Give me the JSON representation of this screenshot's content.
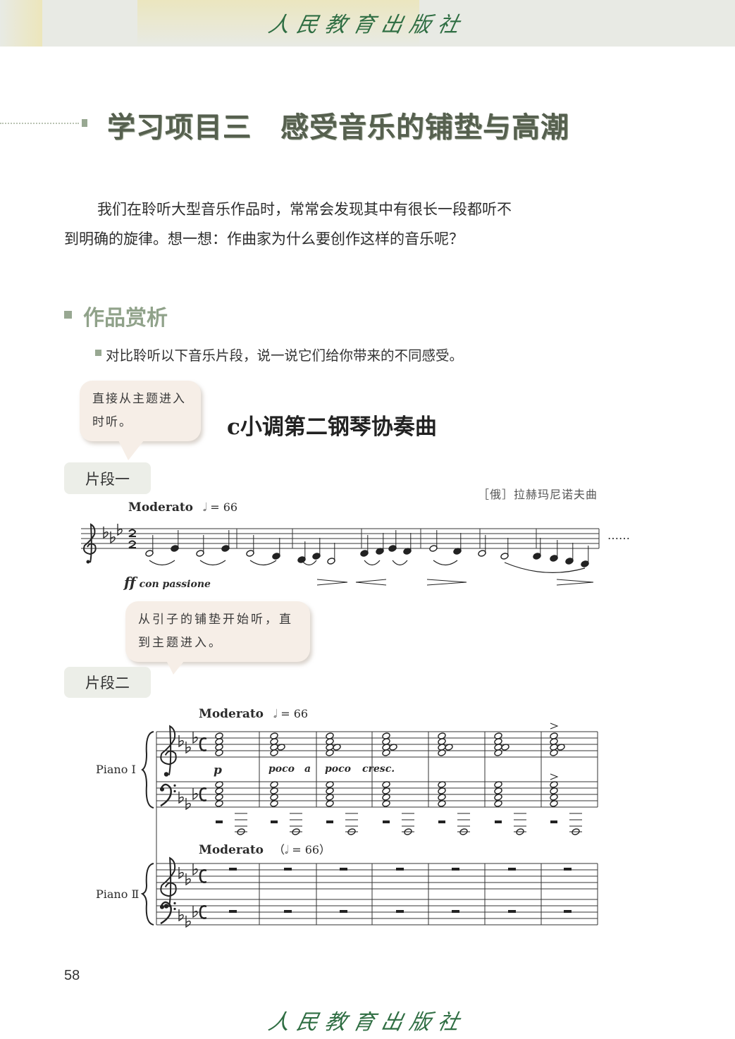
{
  "header": {
    "publisher_logo": "人民教育出版社"
  },
  "page_title": "学习项目三　感受音乐的铺垫与高潮",
  "intro": {
    "line1": "我们在聆听大型音乐作品时，常常会发现其中有很长一段都听不",
    "line2": "到明确的旋律。想一想：作曲家为什么要创作这样的音乐呢？"
  },
  "section": {
    "heading": "作品赏析",
    "instruction": "对比聆听以下音乐片段，说一说它们给你带来的不同感受。"
  },
  "piece": {
    "title": "c小调第二钢琴协奏曲",
    "composer": "［俄］拉赫玛尼诺夫曲"
  },
  "excerpt1": {
    "label": "片段一",
    "bubble": "直接从主题进入时听。",
    "tempo_word": "Moderato",
    "tempo": "𝅗𝅥 = 66",
    "dynamics": "ff",
    "expression": "con  passione",
    "continuation": "……"
  },
  "excerpt2": {
    "label": "片段二",
    "bubble": "从引子的铺垫开始听，直到主题进入。",
    "piano1": {
      "name": "Piano Ⅰ",
      "tempo_word": "Moderato",
      "tempo": "𝅗𝅥 = 66",
      "marks": [
        "p",
        "poco",
        "a",
        "poco",
        "cresc."
      ]
    },
    "piano2": {
      "name": "Piano Ⅱ",
      "tempo_word": "Moderato",
      "tempo": "（𝅗𝅥 = 66）"
    }
  },
  "page_number": "58",
  "footer": {
    "publisher_logo": "人民教育出版社"
  }
}
